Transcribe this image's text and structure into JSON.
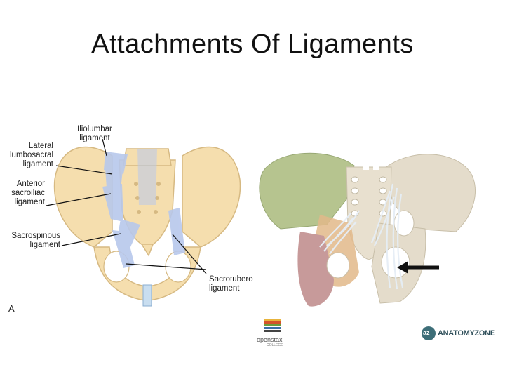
{
  "title": "Attachments Of Ligaments",
  "panel_a": {
    "letter": "A",
    "labels": {
      "iliolumbar": [
        "Iliolumbar",
        "ligament"
      ],
      "lateral_lumbosacral": [
        "Lateral",
        "lumbosacral",
        "ligament"
      ],
      "anterior_sacroiliac": [
        "Anterior",
        "sacroiliac",
        "ligament"
      ],
      "sacrospinous": [
        "Sacrospinous",
        "ligament"
      ],
      "sacrotuberous": [
        "Sacrotubero",
        "ligament"
      ]
    }
  },
  "panel_b": {
    "arrow_icon": "arrow-left-icon"
  },
  "logos": {
    "openstax": {
      "line1": "openstax",
      "line2": "COLLEGE",
      "icon": "openstax-books-icon"
    },
    "anatomyzone": {
      "mark": "az",
      "name": "ANATOMYZONE",
      "icon": "anatomyzone-logo-icon"
    }
  },
  "colors": {
    "bone": "#f5deae",
    "bone_edge": "#d6b982",
    "ligament": "#b8c8ec",
    "ligament_white": "#e6eef6",
    "ilium_green": "#b6c48f",
    "grey_bone": "#e4dccb",
    "pubis_red": "#c79a9a",
    "orange_bone": "#e2b889",
    "arrow": "#111111"
  }
}
